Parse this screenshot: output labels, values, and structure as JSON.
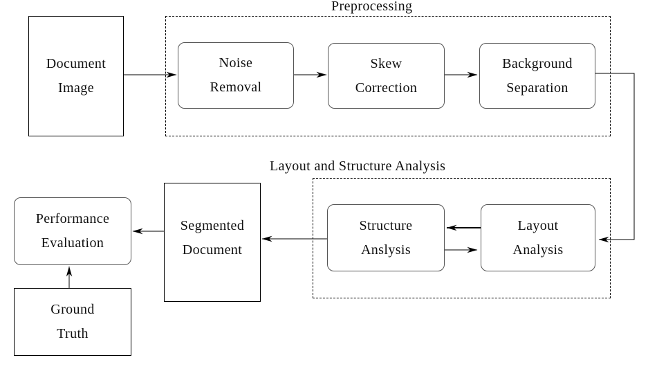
{
  "labels": {
    "preprocessing": "Preprocessing",
    "layout_structure": "Layout and Structure Analysis"
  },
  "nodes": {
    "document_image": {
      "line1": "Document",
      "line2": "Image"
    },
    "noise_removal": {
      "line1": "Noise",
      "line2": "Removal"
    },
    "skew_correction": {
      "line1": "Skew",
      "line2": "Correction"
    },
    "background_separation": {
      "line1": "Background",
      "line2": "Separation"
    },
    "structure_analysis": {
      "line1": "Structure",
      "line2": "Anslysis"
    },
    "layout_analysis": {
      "line1": "Layout",
      "line2": "Analysis"
    },
    "segmented_document": {
      "line1": "Segmented",
      "line2": "Document"
    },
    "performance_evaluation": {
      "line1": "Performance",
      "line2": "Evaluation"
    },
    "ground_truth": {
      "line1": "Ground",
      "line2": "Truth"
    }
  },
  "edges": [
    {
      "from": "Document Image",
      "to": "Noise Removal"
    },
    {
      "from": "Noise Removal",
      "to": "Skew Correction"
    },
    {
      "from": "Skew Correction",
      "to": "Background Separation"
    },
    {
      "from": "Background Separation",
      "to": "Layout Analysis"
    },
    {
      "from": "Layout Analysis",
      "to": "Structure Anslysis"
    },
    {
      "from": "Structure Anslysis",
      "to": "Layout Analysis"
    },
    {
      "from": "Structure Anslysis",
      "to": "Segmented Document"
    },
    {
      "from": "Segmented Document",
      "to": "Performance Evaluation"
    },
    {
      "from": "Ground Truth",
      "to": "Performance Evaluation"
    }
  ],
  "colors": {
    "background": "#ffffff",
    "line": "#000000",
    "sharp_box_border": "#000000",
    "rounded_box_border": "#555555"
  }
}
